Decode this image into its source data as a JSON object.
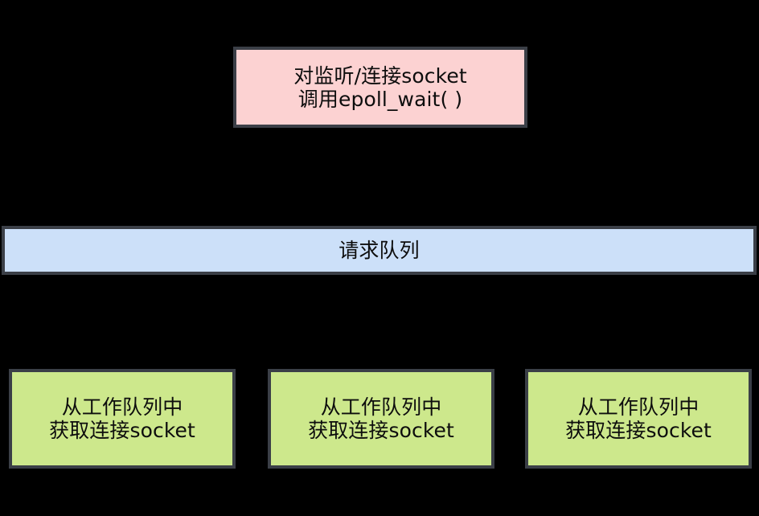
{
  "diagram": {
    "background_color": "#000000",
    "border_color": "#3b3f47",
    "nodes": {
      "epoll_wait": {
        "fill_color": "#fcd2d2",
        "line1": "对监听/连接socket",
        "line2": "调用epoll_wait( )"
      },
      "request_queue": {
        "fill_color": "#cce0f9",
        "label": "请求队列"
      },
      "workers": [
        {
          "fill_color": "#cde88c",
          "line1": "从工作队列中",
          "line2": "获取连接socket"
        },
        {
          "fill_color": "#cde88c",
          "line1": "从工作队列中",
          "line2": "获取连接socket"
        },
        {
          "fill_color": "#cde88c",
          "line1": "从工作队列中",
          "line2": "获取连接socket"
        }
      ]
    }
  }
}
